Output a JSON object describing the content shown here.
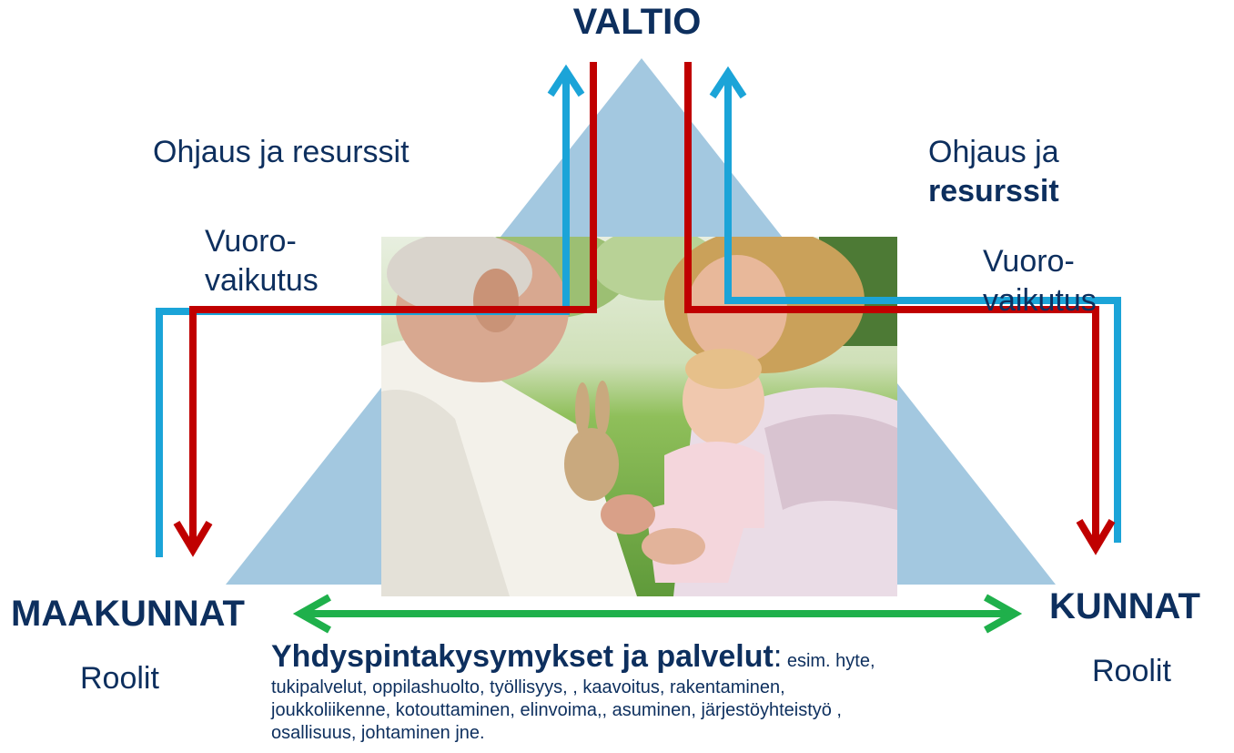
{
  "top_node": {
    "label": "VALTIO"
  },
  "left_node": {
    "label": "MAAKUNNAT",
    "roles": "Roolit"
  },
  "right_node": {
    "label": "KUNNAT",
    "roles": "Roolit"
  },
  "left_labels": {
    "guidance": "Ohjaus ja resurssit",
    "interaction_line1": "Vuoro-",
    "interaction_line2": "vaikutus"
  },
  "right_labels": {
    "guidance_line1": "Ohjaus ja",
    "guidance_line2": "resurssit",
    "interaction_line1": "Vuoro-",
    "interaction_line2": "vaikutus"
  },
  "interface": {
    "heading": "Yhdyspintakysymykset ja palvelut",
    "colon": ":",
    "intro": "esim. hyte,",
    "line2": "tukipalvelut, oppilashuolto, työllisyys, , kaavoitus, rakentaminen,",
    "line3": "joukkoliikenne, kotouttaminen, elinvoima,, asuminen, järjestöyhteistyö ,",
    "line4": "osallisuus, johtaminen jne."
  },
  "colors": {
    "triangle": "#a3c8e0",
    "blue_arrow": "#1ba4d8",
    "red_arrow": "#c00000",
    "green_arrow": "#1fb04b",
    "text": "#0d2f5e"
  }
}
